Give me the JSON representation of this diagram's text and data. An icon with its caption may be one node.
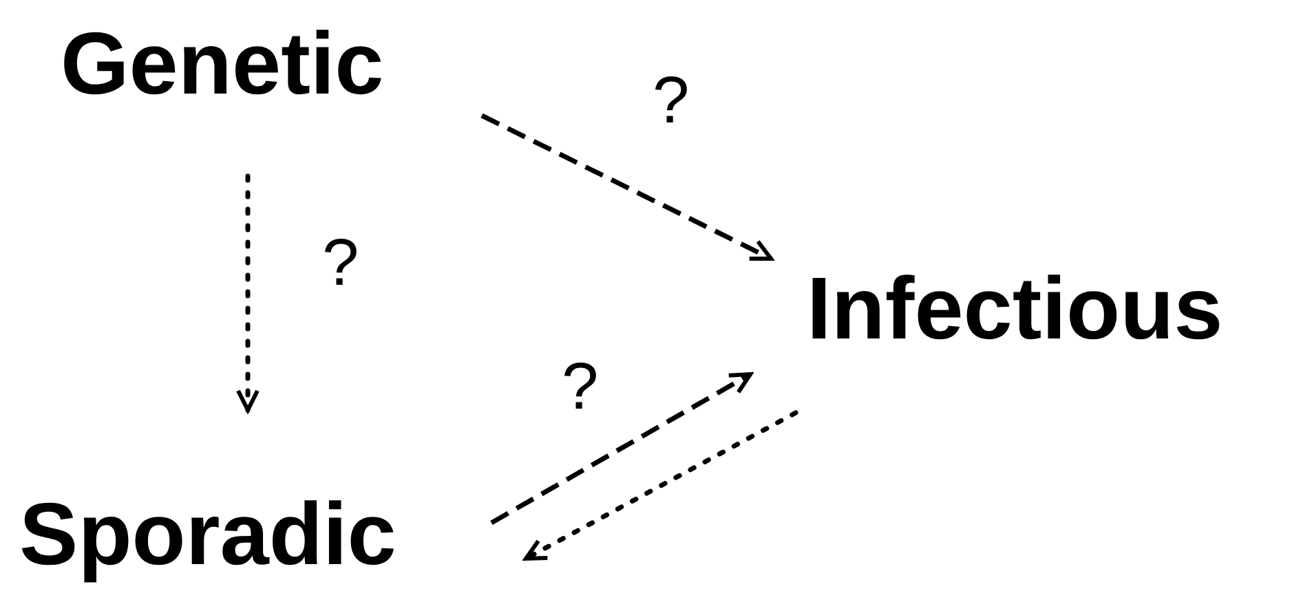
{
  "diagram": {
    "nodes": [
      {
        "text": [
          "Genetic"
        ]
      },
      {
        "text": [
          "Infectious"
        ]
      },
      {
        "text": [
          "Sporadic"
        ]
      }
    ],
    "edges": [
      {
        "from": 0,
        "to": 1,
        "arrow": "to",
        "style": "dashed",
        "label": "?"
      },
      {
        "from": 0,
        "to": 2,
        "arrow": "to",
        "style": "dashed",
        "label": "?"
      },
      {
        "from": 2,
        "to": 1,
        "arrow": "to",
        "style": "dashed",
        "label": "?"
      },
      {
        "from": 1,
        "to": 2,
        "arrow": "to",
        "style": "dashed"
      }
    ]
  }
}
